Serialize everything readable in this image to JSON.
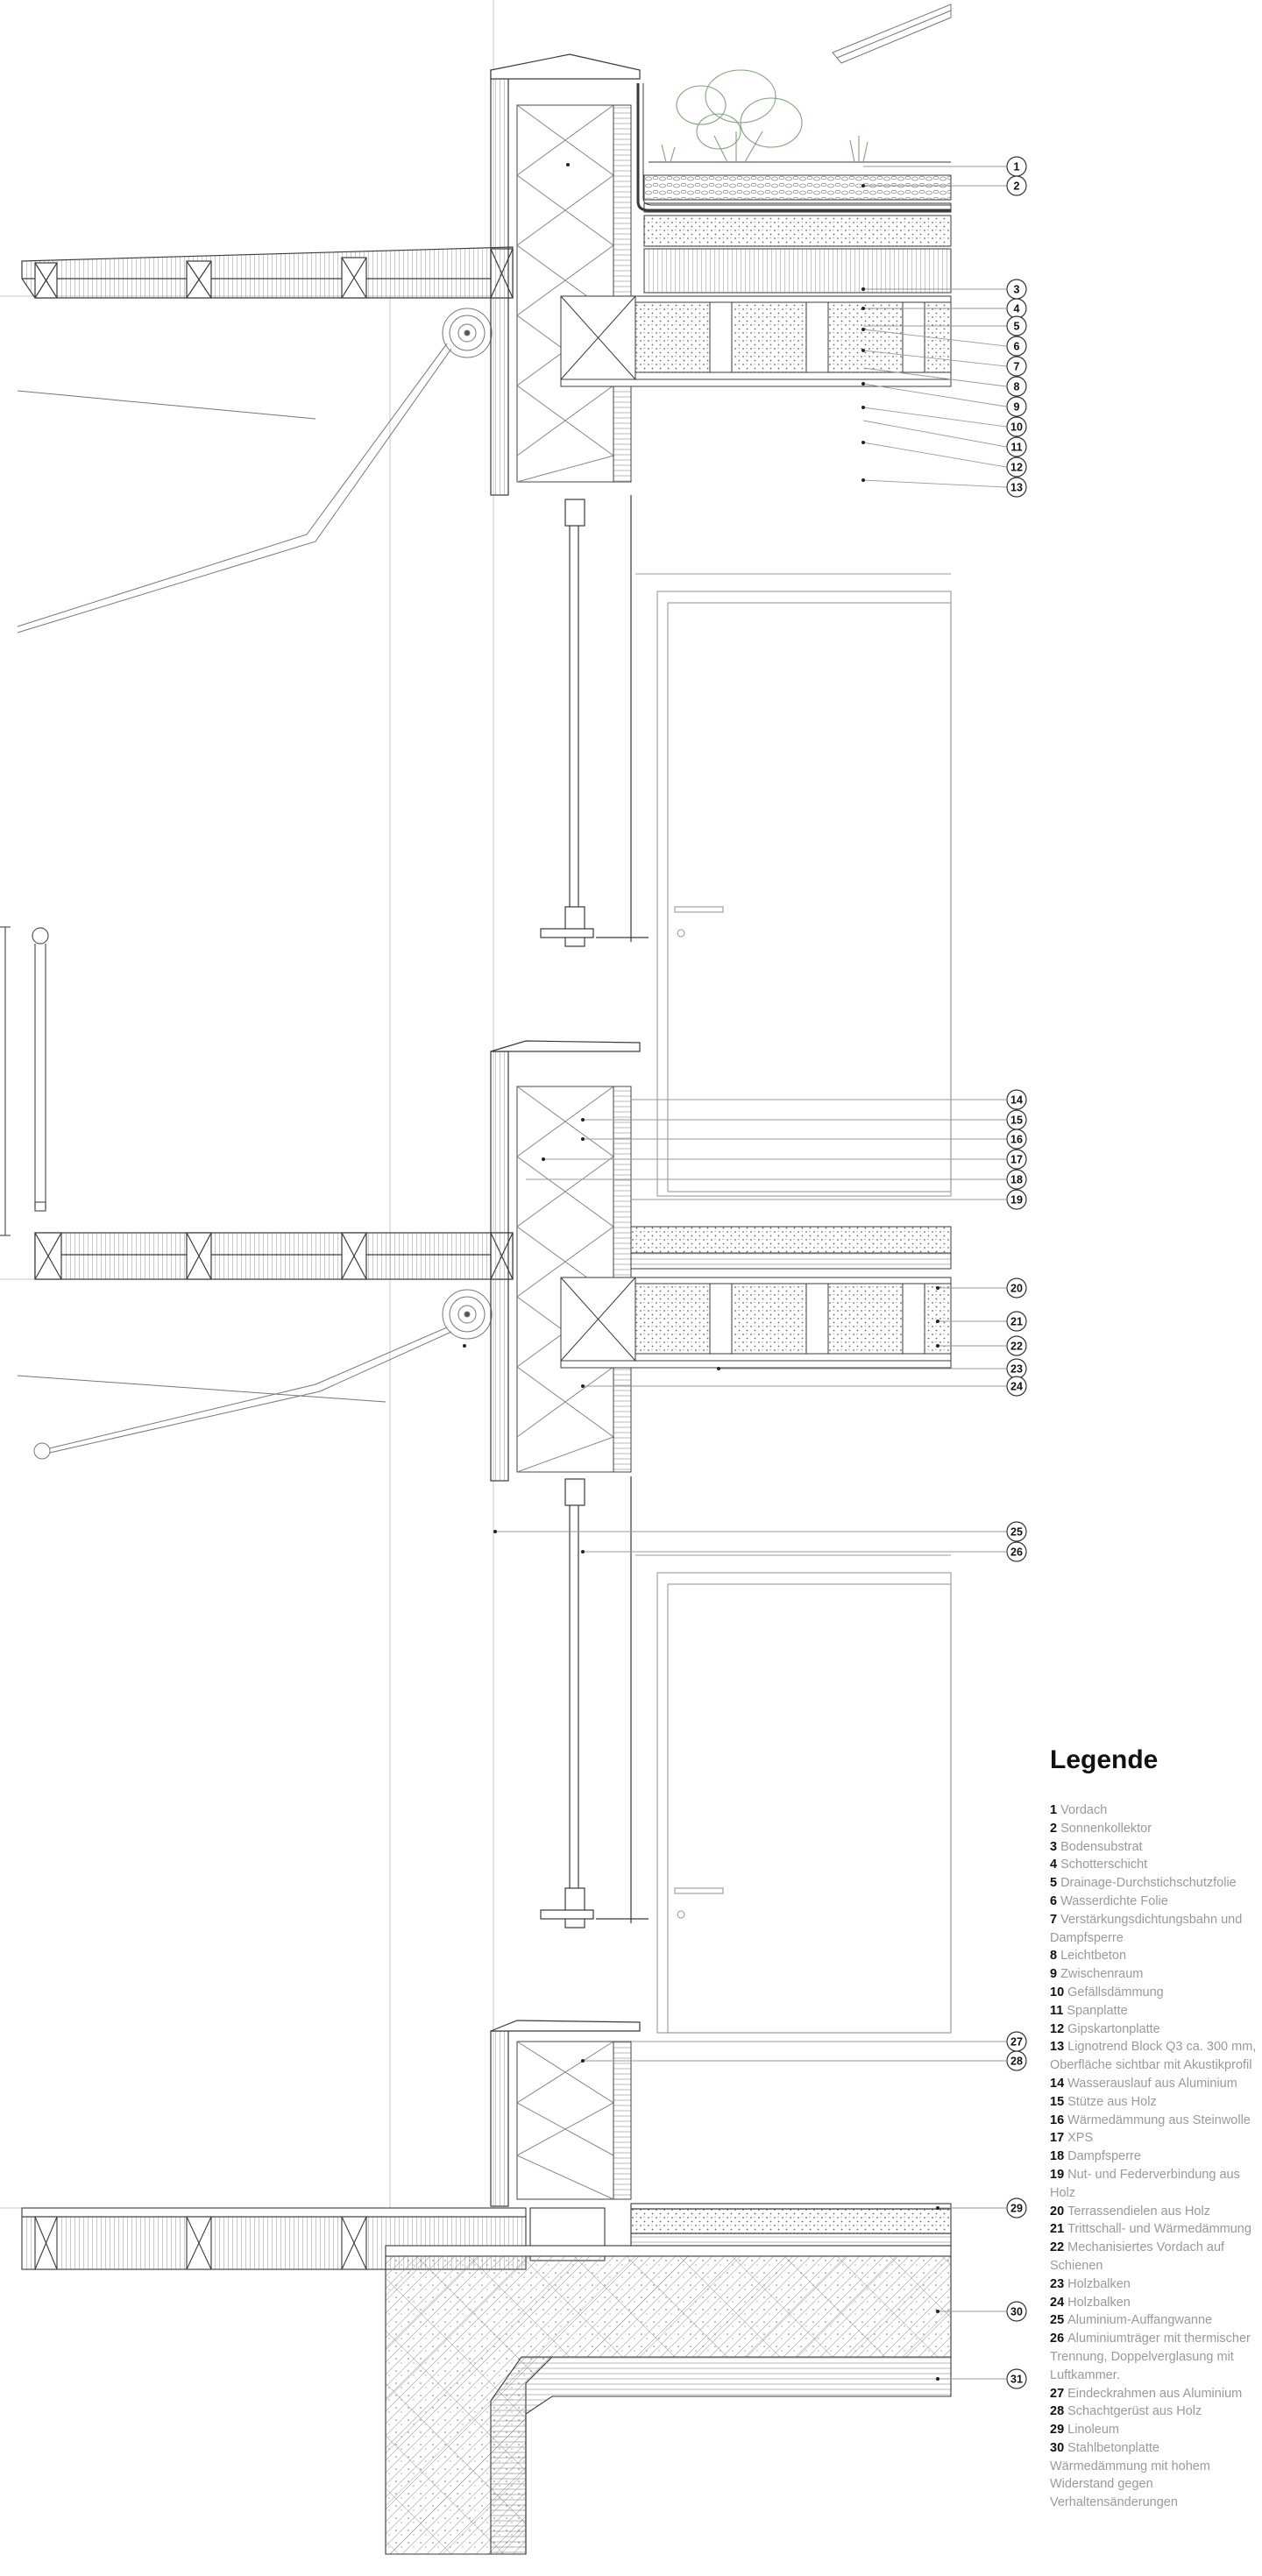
{
  "callouts": [
    "1",
    "2",
    "3",
    "4",
    "5",
    "6",
    "7",
    "8",
    "9",
    "10",
    "11",
    "12",
    "13",
    "14",
    "15",
    "16",
    "17",
    "18",
    "19",
    "20",
    "21",
    "22",
    "23",
    "24",
    "25",
    "26",
    "27",
    "28",
    "29",
    "30",
    "31"
  ],
  "legend": {
    "title": "Legende",
    "items": [
      {
        "num": "1",
        "text": "Vordach"
      },
      {
        "num": "2",
        "text": "Sonnenkollektor"
      },
      {
        "num": "3",
        "text": "Bodensubstrat"
      },
      {
        "num": "4",
        "text": "Schotterschicht"
      },
      {
        "num": "5",
        "text": "Drainage-Durchstichschutzfolie"
      },
      {
        "num": "6",
        "text": "Wasserdichte Folie"
      },
      {
        "num": "7",
        "text": "Verstärkungsdichtungsbahn und Dampfsperre"
      },
      {
        "num": "8",
        "text": "Leichtbeton"
      },
      {
        "num": "9",
        "text": "Zwischenraum"
      },
      {
        "num": "10",
        "text": "Gefällsdämmung"
      },
      {
        "num": "11",
        "text": "Spanplatte"
      },
      {
        "num": "12",
        "text": "Gipskartonplatte"
      },
      {
        "num": "13",
        "text": "Lignotrend Block Q3 ca. 300 mm, Oberfläche sichtbar mit Akustikprofil"
      },
      {
        "num": "14",
        "text": "Wasserauslauf aus Aluminium"
      },
      {
        "num": "15",
        "text": "Stütze aus Holz"
      },
      {
        "num": "16",
        "text": "Wärmedämmung aus Steinwolle"
      },
      {
        "num": "17",
        "text": "XPS"
      },
      {
        "num": "18",
        "text": "Dampfsperre"
      },
      {
        "num": "19",
        "text": "Nut- und Federverbindung aus Holz"
      },
      {
        "num": "20",
        "text": "Terrassendielen aus Holz"
      },
      {
        "num": "21",
        "text": "Trittschall- und Wärmedämmung"
      },
      {
        "num": "22",
        "text": "Mechanisiertes Vordach auf Schienen"
      },
      {
        "num": "23",
        "text": "Holzbalken"
      },
      {
        "num": "24",
        "text": "Holzbalken"
      },
      {
        "num": "25",
        "text": "Aluminium-Auffangwanne"
      },
      {
        "num": "26",
        "text": "Aluminiumträger mit thermischer Trennung, Doppelverglasung mit Luftkammer."
      },
      {
        "num": "27",
        "text": "Eindeckrahmen aus Aluminium"
      },
      {
        "num": "28",
        "text": "Schachtgerüst aus Holz"
      },
      {
        "num": "29",
        "text": "Linoleum"
      },
      {
        "num": "30",
        "text": "Stahlbetonplatte"
      },
      {
        "num": "",
        "text": "Wärmedämmung mit hohem Widerstand gegen Verhaltensänderungen"
      }
    ]
  },
  "colors": {
    "line": "#3a3a3a",
    "light_line": "#b8b8b8",
    "plant": "#7fa37a",
    "legend_text": "#9a9a9a"
  }
}
